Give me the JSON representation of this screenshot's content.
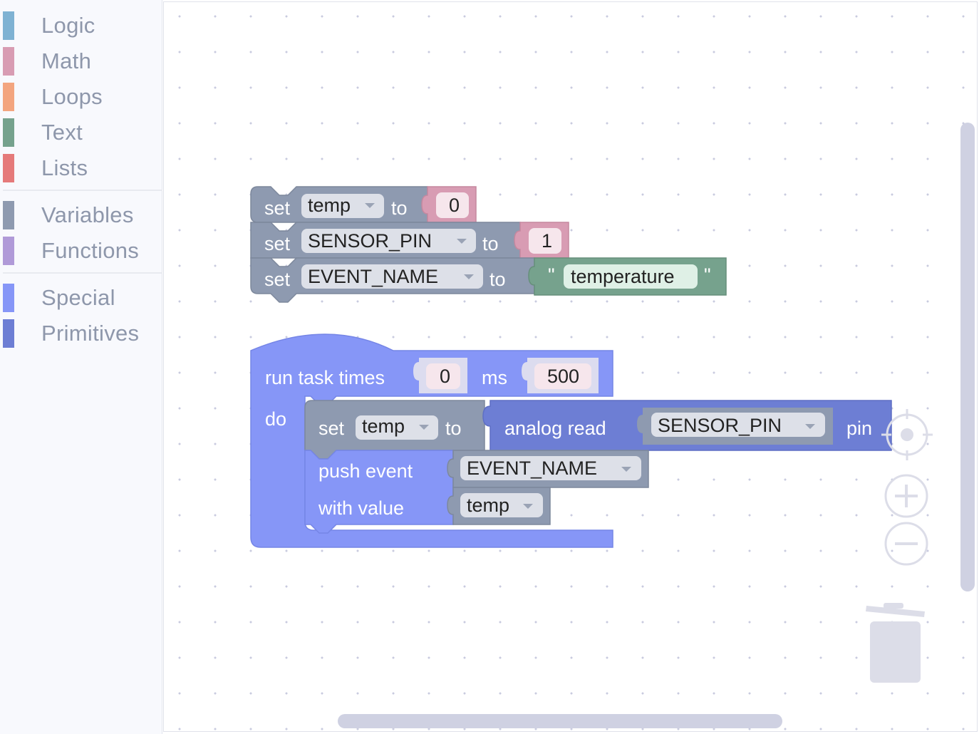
{
  "toolbox": {
    "categories": [
      {
        "label": "Logic",
        "color": "#7fb2d3"
      },
      {
        "label": "Math",
        "color": "#d89cb3"
      },
      {
        "label": "Loops",
        "color": "#f3a57f"
      },
      {
        "label": "Text",
        "color": "#76a28d"
      },
      {
        "label": "Lists",
        "color": "#e57a7a"
      },
      {
        "label": "Variables",
        "color": "#8e9ab0"
      },
      {
        "label": "Functions",
        "color": "#b09ad8"
      },
      {
        "label": "Special",
        "color": "#8696f7"
      },
      {
        "label": "Primitives",
        "color": "#6d7ed4"
      }
    ]
  },
  "blocks": {
    "set_temp": {
      "kw_set": "set",
      "var": "temp",
      "kw_to": "to",
      "value": "0"
    },
    "set_sensor_pin": {
      "kw_set": "set",
      "var": "SENSOR_PIN",
      "kw_to": "to",
      "value": "1"
    },
    "set_event_name": {
      "kw_set": "set",
      "var": "EVENT_NAME",
      "kw_to": "to",
      "quote_open": "\"",
      "value": "temperature",
      "quote_close": "\""
    },
    "run_task": {
      "label": "run task times",
      "times": "0",
      "ms_label": "ms",
      "ms": "500",
      "do_label": "do",
      "inner_set": {
        "kw_set": "set",
        "var": "temp",
        "kw_to": "to"
      },
      "analog_read": {
        "label": "analog read",
        "var": "SENSOR_PIN",
        "pin_label": "pin"
      },
      "push_event": {
        "label": "push event",
        "var": "EVENT_NAME",
        "with_label": "with value",
        "value_var": "temp"
      }
    }
  },
  "colors": {
    "variables": "#8e9ab0",
    "math": "#d89cb3",
    "text": "#76a28d",
    "special": "#8696f7",
    "primitives": "#6d7ed4",
    "dropdown": "#dde0e8",
    "valuebox": "#f6e6ec"
  },
  "controls": {
    "recenter_icon": "crosshair-icon",
    "zoom_in_icon": "plus-icon",
    "zoom_out_icon": "minus-icon",
    "trash_icon": "trash-icon"
  }
}
